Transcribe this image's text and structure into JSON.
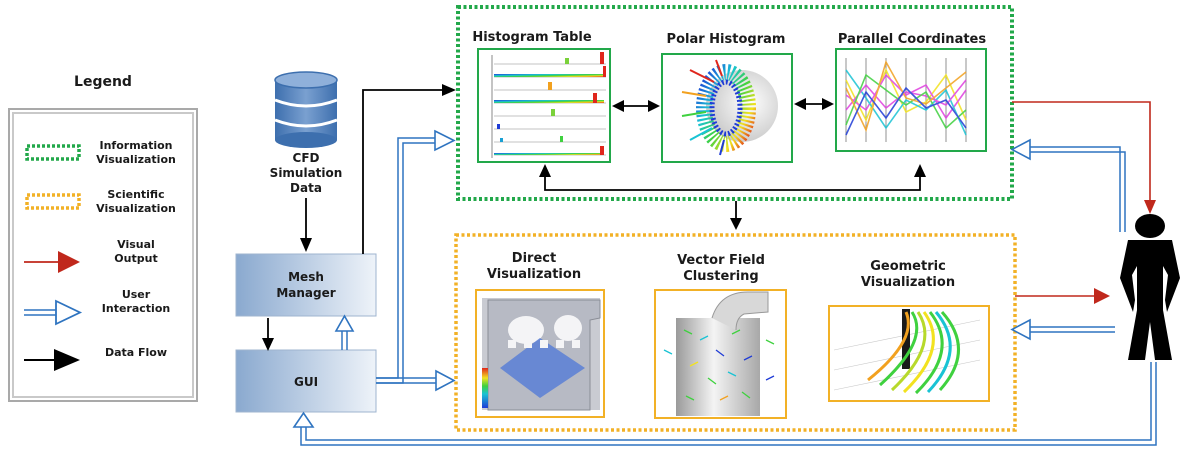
{
  "legend": {
    "title": "Legend",
    "items": [
      {
        "line1": "Information",
        "line2": "Visualization",
        "style": "green-dotted"
      },
      {
        "line1": "Scientific",
        "line2": "Visualization",
        "style": "yellow-dotted"
      },
      {
        "line1": "Visual",
        "line2": "Output",
        "style": "red-arrow"
      },
      {
        "line1": "User",
        "line2": "Interaction",
        "style": "blue-double-arrow"
      },
      {
        "line1": "Data Flow",
        "line2": "",
        "style": "black-arrow"
      }
    ]
  },
  "nodes": {
    "database": {
      "line1": "CFD",
      "line2": "Simulation",
      "line3": "Data"
    },
    "mesh_manager": {
      "line1": "Mesh",
      "line2": "Manager"
    },
    "gui": {
      "label": "GUI"
    },
    "histogram_table": {
      "label": "Histogram Table"
    },
    "polar_histogram": {
      "label": "Polar Histogram"
    },
    "parallel_coordinates": {
      "label": "Parallel Coordinates"
    },
    "direct_visualization": {
      "line1": "Direct",
      "line2": "Visualization"
    },
    "vector_field_clustering": {
      "line1": "Vector Field",
      "line2": "Clustering"
    },
    "geometric_visualization": {
      "line1": "Geometric",
      "line2": "Visualization"
    }
  },
  "colors": {
    "info_vis": "#22a84a",
    "sci_vis": "#f2b126",
    "visual_output": "#c0281c",
    "user_interaction": "#2f74c0",
    "data_flow": "#000000",
    "box_fill": "#bdd0e6"
  },
  "icons": [
    "database-icon",
    "person-icon"
  ]
}
